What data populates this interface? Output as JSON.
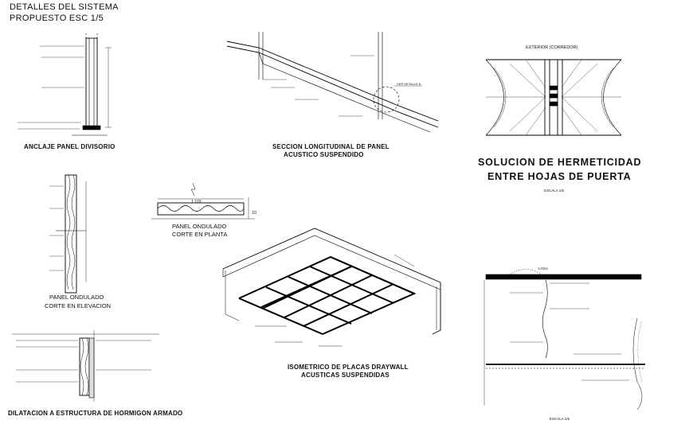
{
  "header": {
    "line1": "DETALLES DEL SISTEMA",
    "line2": "PROPUESTO ESC 1/5"
  },
  "details": {
    "anclaje": {
      "title": "ANCLAJE PANEL DIVISORIO"
    },
    "seccion": {
      "title_line1": "SECCION LONGITUDINAL DE PANEL",
      "title_line2": "ACUSTICO SUSPENDIDO",
      "dim": "VER DETALLE A"
    },
    "hermeticidad": {
      "top_label": "EXTERIOR (CORREDOR)",
      "title_line1": "SOLUCION DE HERMETICIDAD",
      "title_line2": "ENTRE HOJAS DE PUERTA",
      "scale": "ESCALA 1/5"
    },
    "panel_elevacion": {
      "title_line1": "PANEL ONDULADO",
      "title_line2": "CORTE EN ELEVACION"
    },
    "panel_planta": {
      "title_line1": "PANEL ONDULADO",
      "title_line2": "CORTE EN PLANTA",
      "dim1": "1.103",
      "dim2": ".10"
    },
    "isometrico": {
      "title_line1": "ISOMETRICO DE PLACAS DRAYWALL",
      "title_line2": "ACUSTICAS SUSPENDIDAS"
    },
    "dilatacion": {
      "title": "DILATACION A ESTRUCTURA DE HORMIGON ARMADO"
    },
    "cielo": {
      "scale": "ESCALA 1/5",
      "label": "LOSA"
    }
  }
}
